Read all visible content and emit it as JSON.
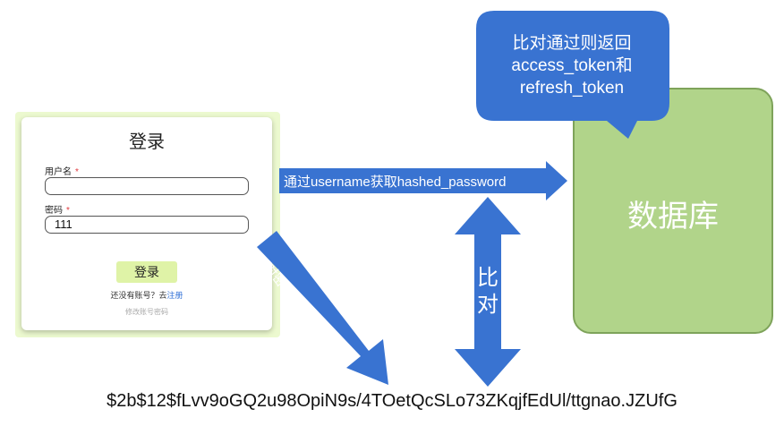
{
  "login": {
    "title": "登录",
    "username_label": "用户名",
    "required_mark": "*",
    "password_label": "密码",
    "password_value": "111",
    "submit_label": "登录",
    "register_prompt": "还没有账号？去",
    "register_link": "注册",
    "forgot_label": "修改账号密码"
  },
  "database": {
    "label": "数据库"
  },
  "bubble": {
    "line1": "比对通过则返回",
    "line2": "access_token和",
    "line3": "refresh_token"
  },
  "arrows": {
    "fetch_label": "通过username获取hashed_password",
    "hash_label": "对密码进行哈希",
    "compare_line1": "比",
    "compare_line2": "对"
  },
  "hash_value": "$2b$12$fLvv9oGQ2u98OpiN9s/4TOetQcSLo73ZKqjfEdUl/ttgnao.JZUfG",
  "colors": {
    "arrow_blue": "#3973d1",
    "db_green": "#b1d48a",
    "panel_lime": "#ecf9cf",
    "button_lime": "#dff3a7"
  }
}
